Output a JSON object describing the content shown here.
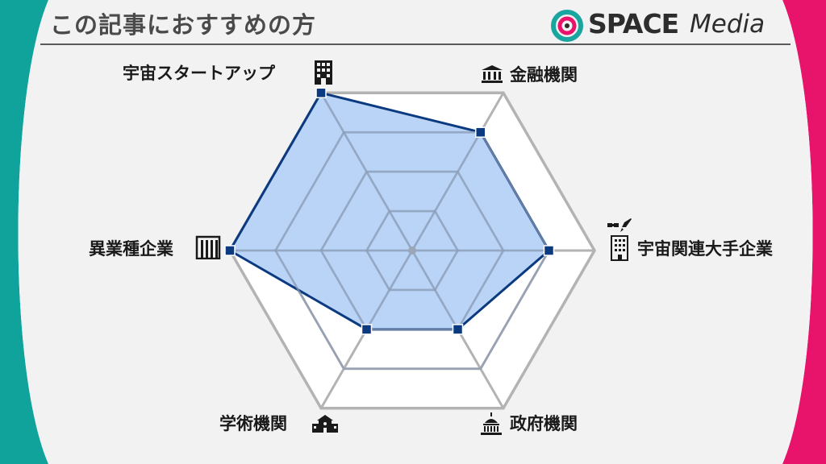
{
  "header": {
    "title": "この記事におすすめの方",
    "logo_word": "SPACE",
    "logo_sub": "Media"
  },
  "colors": {
    "left_band": "#0fa39b",
    "right_band": "#e8136b",
    "panel": "#f2f2f2",
    "grid": "#b3b3b3",
    "fill": "#a8c9f5",
    "stroke": "#0b3a80",
    "logo_ring_outer": "#1aa6a0",
    "logo_ring_inner": "#e8136b"
  },
  "chart_data": {
    "type": "radar",
    "title": "",
    "levels": 4,
    "max": 4,
    "categories": [
      "宇宙スタートアップ",
      "金融機関",
      "宇宙関連大手企業",
      "政府機関",
      "学術機関",
      "異業種企業"
    ],
    "values": [
      4,
      3,
      3,
      2,
      2,
      4
    ]
  },
  "icons": [
    "building-icon",
    "bank-icon",
    "satellite-rocket-icon",
    "capitol-icon",
    "school-icon",
    "factory-icon"
  ]
}
